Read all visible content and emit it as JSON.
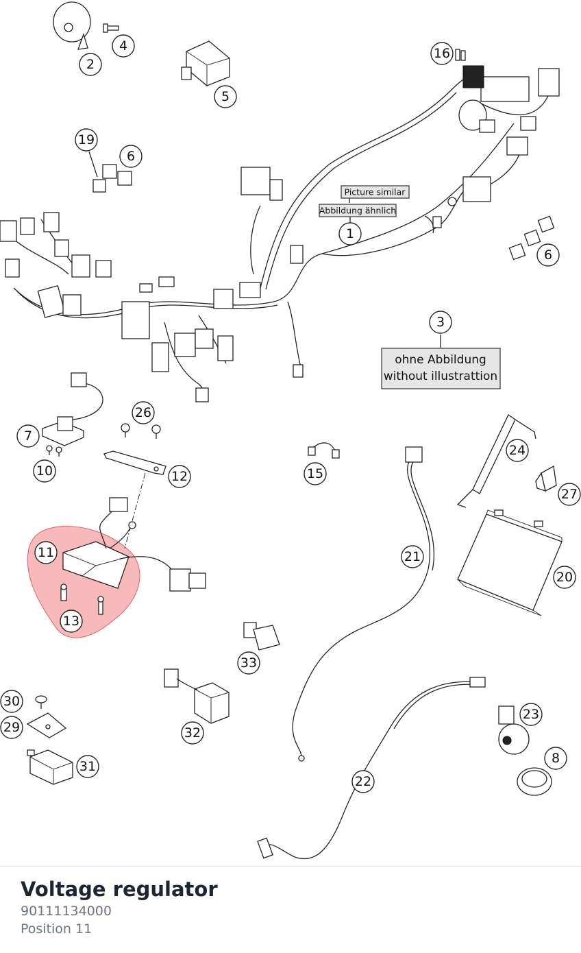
{
  "diagram": {
    "callouts": [
      {
        "id": "callout-1",
        "label": "1"
      },
      {
        "id": "callout-2",
        "label": "2"
      },
      {
        "id": "callout-3",
        "label": "3"
      },
      {
        "id": "callout-4",
        "label": "4"
      },
      {
        "id": "callout-5",
        "label": "5"
      },
      {
        "id": "callout-6a",
        "label": "6"
      },
      {
        "id": "callout-6b",
        "label": "6"
      },
      {
        "id": "callout-7",
        "label": "7"
      },
      {
        "id": "callout-8",
        "label": "8"
      },
      {
        "id": "callout-10",
        "label": "10"
      },
      {
        "id": "callout-11",
        "label": "11"
      },
      {
        "id": "callout-12",
        "label": "12"
      },
      {
        "id": "callout-13",
        "label": "13"
      },
      {
        "id": "callout-15",
        "label": "15"
      },
      {
        "id": "callout-16",
        "label": "16"
      },
      {
        "id": "callout-19",
        "label": "19"
      },
      {
        "id": "callout-20",
        "label": "20"
      },
      {
        "id": "callout-21",
        "label": "21"
      },
      {
        "id": "callout-22",
        "label": "22"
      },
      {
        "id": "callout-23",
        "label": "23"
      },
      {
        "id": "callout-24",
        "label": "24"
      },
      {
        "id": "callout-26",
        "label": "26"
      },
      {
        "id": "callout-27",
        "label": "27"
      },
      {
        "id": "callout-29",
        "label": "29"
      },
      {
        "id": "callout-30",
        "label": "30"
      },
      {
        "id": "callout-31",
        "label": "31"
      },
      {
        "id": "callout-32",
        "label": "32"
      },
      {
        "id": "callout-33",
        "label": "33"
      }
    ],
    "notes": {
      "picture_similar": "Picture similar",
      "abbildung_aehnlich": "Abbildung ähnlich",
      "ohne_abbildung": "ohne Abbildung",
      "without_illustration": "without illustrattion"
    },
    "highlight_color": "#f08080"
  },
  "selected_part": {
    "name": "Voltage regulator",
    "number": "90111134000",
    "position": "Position 11"
  }
}
